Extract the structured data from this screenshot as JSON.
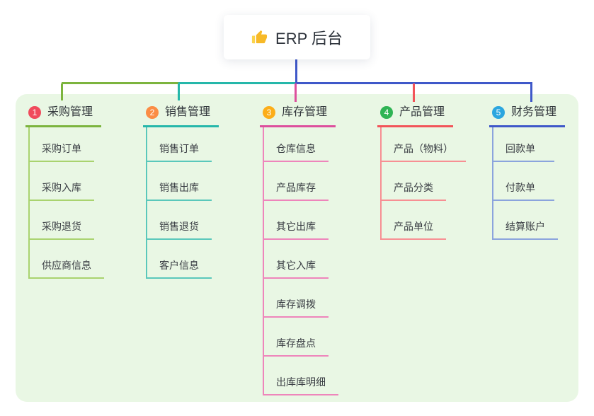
{
  "root": {
    "icon": "thumbs-up-icon",
    "label": "ERP 后台"
  },
  "branches": [
    {
      "number": "1",
      "label": "采购管理",
      "badge_color": "#f04b5c",
      "line_color": "#7cb43e",
      "child_line_color": "#a9d36f",
      "children": [
        "采购订单",
        "采购入库",
        "采购退货",
        "供应商信息"
      ]
    },
    {
      "number": "2",
      "label": "销售管理",
      "badge_color": "#fb8d45",
      "line_color": "#25b7aa",
      "child_line_color": "#5ac8bb",
      "children": [
        "销售订单",
        "销售出库",
        "销售退货",
        "客户信息"
      ]
    },
    {
      "number": "3",
      "label": "库存管理",
      "badge_color": "#fcae19",
      "line_color": "#dd4f9d",
      "child_line_color": "#ee85bb",
      "children": [
        "仓库信息",
        "产品库存",
        "其它出库",
        "其它入库",
        "库存调拨",
        "库存盘点",
        "出库库明细"
      ]
    },
    {
      "number": "4",
      "label": "产品管理",
      "badge_color": "#2fb454",
      "line_color": "#f25459",
      "child_line_color": "#f78f93",
      "children": [
        "产品（物料）",
        "产品分类",
        "产品单位"
      ]
    },
    {
      "number": "5",
      "label": "财务管理",
      "badge_color": "#2ba6df",
      "line_color": "#3f58c9",
      "child_line_color": "#8ba4dd",
      "children": [
        "回款单",
        "付款单",
        "结算账户"
      ]
    }
  ],
  "colors": {
    "panel_background": "#e9f7e4",
    "root_connector": "#3f58c9"
  }
}
